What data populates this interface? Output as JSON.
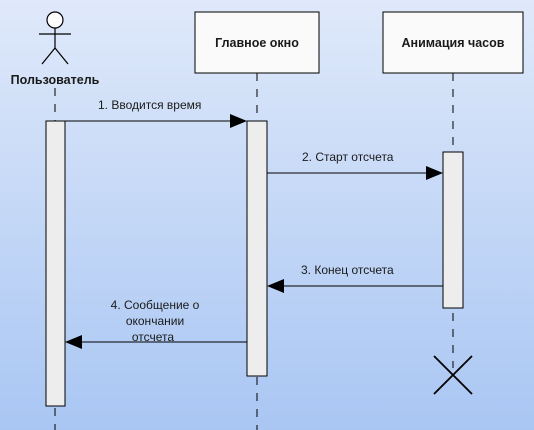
{
  "participants": {
    "user": {
      "label": "Пользователь"
    },
    "main_window": {
      "label": "Главное окно"
    },
    "clock_animation": {
      "label": "Анимация часов"
    }
  },
  "messages": [
    {
      "lines": [
        "1. Вводится время"
      ]
    },
    {
      "lines": [
        "2. Старт отсчета"
      ]
    },
    {
      "lines": [
        "3. Конец отсчета"
      ]
    },
    {
      "lines": [
        "4. Сообщение о",
        "окончании",
        "отсчета"
      ]
    }
  ],
  "colors": {
    "background_top": "#dfe9fa",
    "background_bottom": "#a9c6f3",
    "box_fill": "#fafafa",
    "stroke": "#000000",
    "activation_fill": "#ededed"
  }
}
